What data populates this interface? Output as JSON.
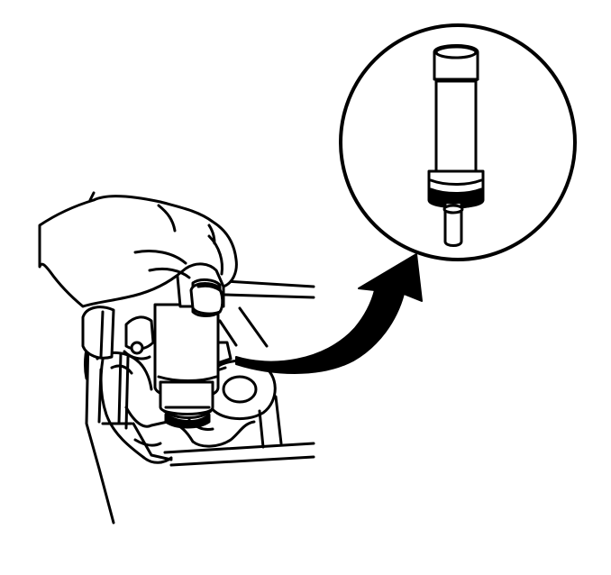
{
  "figure": {
    "background": "#ffffff",
    "ink_color": "#000000",
    "parts": [
      {
        "name": "hand",
        "icon": "hand-icon"
      },
      {
        "name": "cylinder-component",
        "icon": "cylinder-icon"
      },
      {
        "name": "housing-casting",
        "icon": "casting-icon"
      },
      {
        "name": "callout-arrow",
        "icon": "curved-arrow-icon"
      },
      {
        "name": "detail-circle",
        "icon": "magnified-detail-icon"
      }
    ]
  }
}
